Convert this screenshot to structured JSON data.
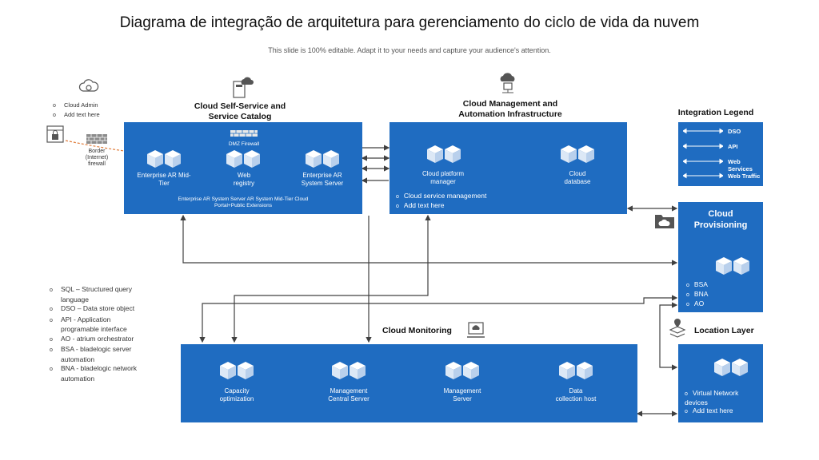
{
  "title": "Diagrama de integração de arquitetura para gerenciamento do ciclo de vida da nuvem",
  "subtitle": "This slide is 100% editable. Adapt it to your needs and capture your audience's attention.",
  "admin": {
    "items": [
      "Cloud Admin",
      "Add text here"
    ]
  },
  "firewall": {
    "label": "Border\n(Internet)\nfirewall"
  },
  "self_service": {
    "header": "Cloud Self-Service and\nService Catalog",
    "dmz": "DMZ Firewall",
    "nodes": [
      "Enterprise AR Mid-\nTier",
      "Web\nregistry",
      "Enterprise AR\nSystem Server"
    ],
    "footer": "Enterprise AR System Server AR System Mid-Tier Cloud\nPortal+Public Extensions"
  },
  "management": {
    "header": "Cloud Management and\nAutomation Infrastructure",
    "nodes": [
      "Cloud platform\nmanager",
      "Cloud\ndatabase"
    ],
    "items": [
      "Cloud service management",
      "Add text here"
    ]
  },
  "legend": {
    "header": "Integration Legend",
    "items": [
      "DSO",
      "API",
      "Web Services",
      "Web Traffic"
    ]
  },
  "provisioning": {
    "header": "Cloud\nProvisioning",
    "items": [
      "BSA",
      "BNA",
      "AO"
    ]
  },
  "location": {
    "header": "Location Layer",
    "items": [
      "Virtual Network\ndevices",
      "Add text here"
    ]
  },
  "monitoring": {
    "header": "Cloud Monitoring",
    "nodes": [
      "Capacity\noptimization",
      "Management\nCentral Server",
      "Management\nServer",
      "Data\ncollection host"
    ]
  },
  "definitions": [
    "SQL – Structured query language",
    "DSO – Data store object",
    "API  - Application programable interface",
    "AO - atrium orchestrator",
    "BSA - bladelogic server  automation",
    "BNA - bladelogic network  automation"
  ],
  "colors": {
    "box": "#1f6cc1",
    "arrow": "#404040",
    "dashed": "#e07b39"
  }
}
